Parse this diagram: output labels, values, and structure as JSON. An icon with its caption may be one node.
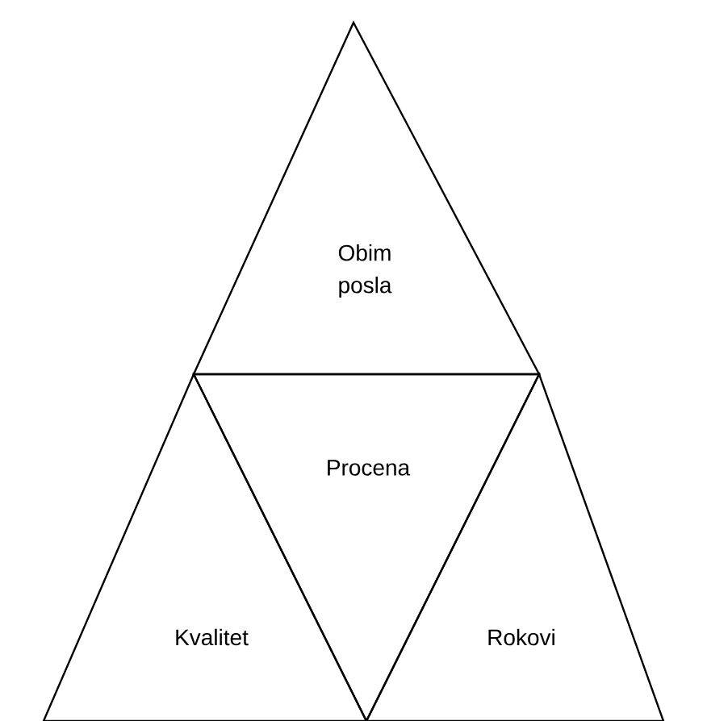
{
  "diagram": {
    "nodes": [
      {
        "text": [
          "Obim posla"
        ]
      },
      {
        "text": [
          "Procena"
        ]
      },
      {
        "text": [
          "Kvalitet"
        ]
      },
      {
        "text": [
          "Rokovi"
        ]
      }
    ]
  }
}
